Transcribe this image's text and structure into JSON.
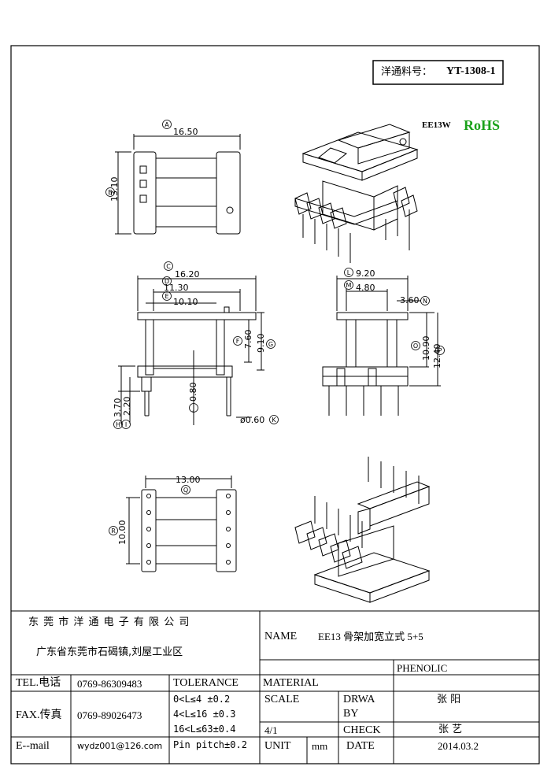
{
  "part_number": {
    "label": "洋通料号：",
    "value": "YT-1308-1"
  },
  "series": "EE13W",
  "compliance": {
    "text": "RoHS",
    "color": "#1aa11a"
  },
  "dimensions": {
    "A": "16.50",
    "B": "13.10",
    "C": "16.20",
    "D": "11.30",
    "E": "10.10",
    "F": "7.60",
    "G": "9.10",
    "H": "3.70",
    "I": "2.20",
    "J": "0.80",
    "K": "ø0.60",
    "L": "9.20",
    "M": "4.80",
    "N": "3.60",
    "O": "10.90",
    "P": "12.40",
    "Q": "13.00",
    "R": "10.00"
  },
  "company": {
    "name": "东 莞 市 洋 通 电 子 有 限 公 司",
    "address": "广东省东莞市石碣镇,刘屋工业区"
  },
  "title_block": {
    "name_label": "NAME",
    "name_value": "EE13 骨架加宽立式 5+5",
    "material_label": "MATERIAL",
    "material_value": "PHENOLIC",
    "tel_label": "TEL.电话",
    "tel_value": "0769-86309483",
    "fax_label": "FAX.传真",
    "fax_value": "0769-89026473",
    "email_label": "E--mail",
    "email_value": "wydz001@126.com",
    "tolerance_label": "TOLERANCE",
    "tolerances": [
      "0<L≤4    ±0.2",
      "4<L≤16  ±0.3",
      "16<L≤63±0.4",
      "Pin pitch±0.2"
    ],
    "scale_label": "SCALE",
    "scale_value": "4/1",
    "drawn_by_label_1": "DRWA",
    "drawn_by_label_2": "BY",
    "drawn_by_value": "张 阳",
    "check_label": "CHECK",
    "check_value": "张 艺",
    "unit_label": "UNIT",
    "unit_value": "mm",
    "date_label": "DATE",
    "date_value": "2014.03.2"
  }
}
